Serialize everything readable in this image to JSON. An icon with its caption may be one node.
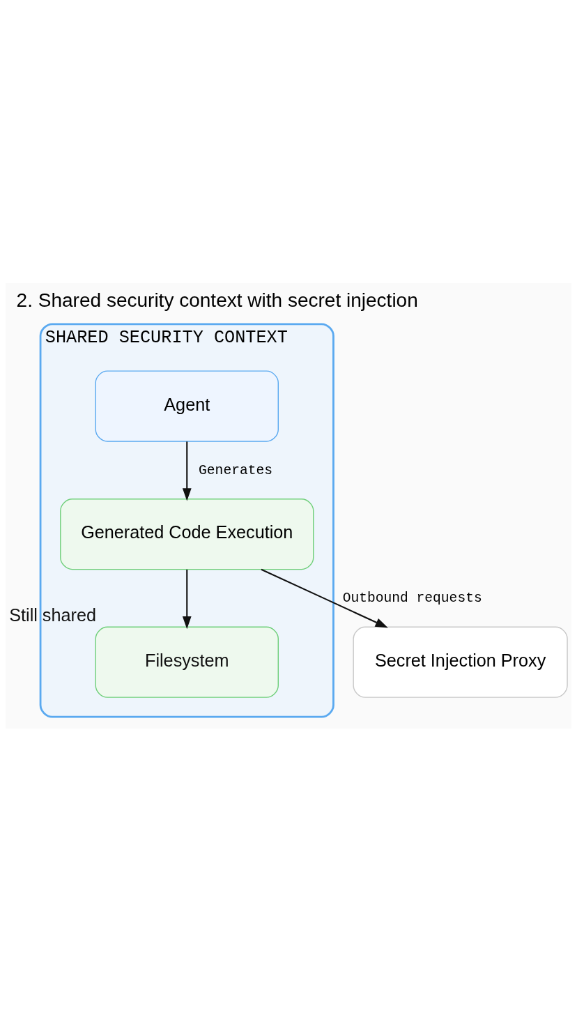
{
  "diagram": {
    "title": "2. Shared security context with secret injection",
    "nodes": [
      {
        "text": [
          "SHARED SECURITY CONTEXT"
        ]
      },
      {
        "text": [
          "Agent"
        ],
        "in": 0
      },
      {
        "text": [
          "Generated Code Execution"
        ],
        "in": 0
      },
      {
        "text": [
          "Filesystem"
        ],
        "in": 0,
        "beside": [
          "Still shared"
        ]
      },
      {
        "text": [
          "Secret Injection Proxy"
        ]
      }
    ],
    "edges": [
      {
        "from": 1,
        "to": 2,
        "arrow": "to",
        "label": "Generates"
      },
      {
        "from": 2,
        "to": 3,
        "arrow": "to"
      },
      {
        "from": 2,
        "to": 4,
        "arrow": "to",
        "label": "Outbound requests"
      }
    ]
  }
}
